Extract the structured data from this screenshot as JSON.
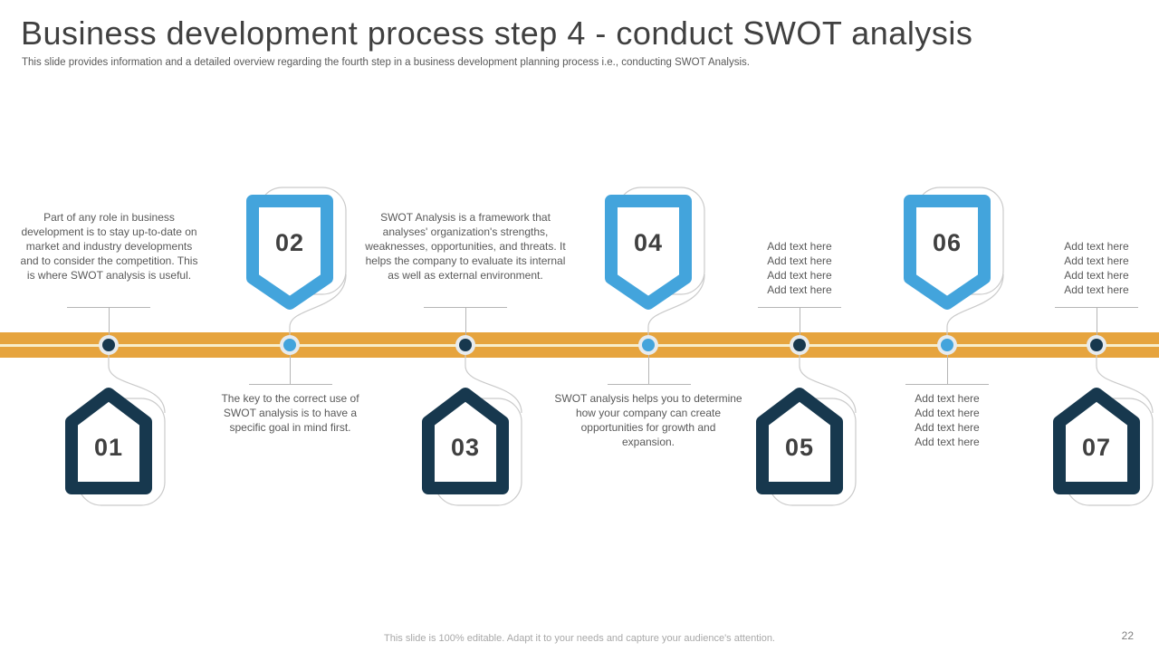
{
  "slide": {
    "title": "Business development process step 4 - conduct SWOT analysis",
    "subtitle": "This slide provides information and a detailed overview regarding the fourth step in a business development planning process i.e., conducting SWOT Analysis.",
    "footer": "This slide is 100% editable. Adapt it to your needs and capture your audience's attention.",
    "page_number": "22"
  },
  "colors": {
    "navy": "#17384E",
    "blue": "#43A4DC",
    "band_yellow": "#E6A43E",
    "band_stripe": "#F8EECB",
    "text_gray": "#595959",
    "outline_gray": "#cacaca"
  },
  "steps": [
    {
      "number": "01",
      "shape": "house-up-navy",
      "text": "Part of any role in business development  is to stay up-to-date on  market  and industry developments   and to consider the competition. This  is where SWOT analysis is useful."
    },
    {
      "number": "02",
      "shape": "shield-down-blue",
      "text": "The  key  to the  correct use of SWOT analysis is to have  a  specific goal in mind first."
    },
    {
      "number": "03",
      "shape": "house-up-navy",
      "text": "SWOT Analysis is a framework  that analyses' organization's  strengths, weaknesses, opportunities,  and threats. It helps the company to evaluate  its internal  as well  as external  environment."
    },
    {
      "number": "04",
      "shape": "shield-down-blue",
      "text": "SWOT analysis helps  you to determine  how  your  company can create opportunities  for growth  and expansion."
    },
    {
      "number": "05",
      "shape": "house-up-navy",
      "lines": [
        "Add text here",
        "Add text here",
        "Add text here",
        "Add text here"
      ]
    },
    {
      "number": "06",
      "shape": "shield-down-blue",
      "lines": [
        "Add text here",
        "Add text here",
        "Add text here",
        "Add text here"
      ]
    },
    {
      "number": "07",
      "shape": "house-up-navy",
      "lines": [
        "Add text here",
        "Add text here",
        "Add text here",
        "Add text here"
      ]
    }
  ]
}
